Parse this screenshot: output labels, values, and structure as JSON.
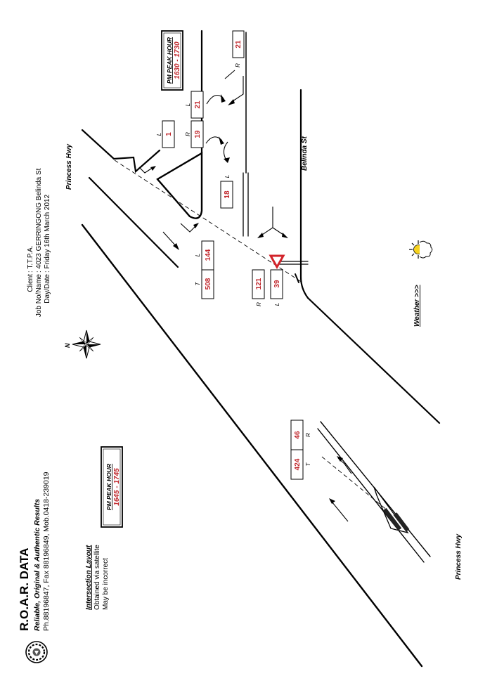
{
  "company": {
    "name": "R.O.A.R. DATA",
    "tagline": "Reliable, Original & Authentic Results",
    "contact": "Ph.88196847, Fax 88196849, Mob.0418-239019"
  },
  "layout_note": {
    "title": "Intersection Layout",
    "line1": "Obtained via satellite",
    "line2": "May be incorrect"
  },
  "job": {
    "client_label": "Client",
    "client_value": ": T.T.P.A.",
    "job_label": "Job No/Name",
    "job_value": ": 4023 GERRINGONG Belinda St",
    "date_label": "Day/Date",
    "date_value": ": Friday 16th March 2012"
  },
  "weather": {
    "label": "Weather >>>",
    "icon": "sun-cloud-icon"
  },
  "compass": {
    "label": "N",
    "icon": "compass-rose-icon"
  },
  "roads": {
    "princess_hwy_top": "Princess Hwy",
    "princess_hwy_bottom": "Princess Hwy",
    "belinda_st": "Belinda St"
  },
  "peak_hours": {
    "left": {
      "title": "PM PEAK HOUR",
      "time": "1645 - 1745"
    },
    "right": {
      "title": "PM PEAK HOUR",
      "time": "1630 - 1730"
    }
  },
  "counts": {
    "north_left": {
      "label": "L",
      "value": "1"
    },
    "mid_right": {
      "label": "R",
      "value": "19"
    },
    "mid_left": {
      "label": "L",
      "value": "21"
    },
    "top_right": {
      "label": "R",
      "value": "21"
    },
    "inner_left": {
      "label": "L",
      "value": "18"
    },
    "hwy_through": {
      "label": "T",
      "value": "508"
    },
    "hwy_left": {
      "label": "L",
      "value": "144"
    },
    "belinda_right": {
      "label": "R",
      "value": "121"
    },
    "belinda_left": {
      "label": "L",
      "value": "39"
    },
    "south_through": {
      "label": "T",
      "value": "424"
    },
    "south_right": {
      "label": "R",
      "value": "46"
    }
  },
  "colors": {
    "count_text": "#c0282d",
    "sign": "#d2232a"
  }
}
